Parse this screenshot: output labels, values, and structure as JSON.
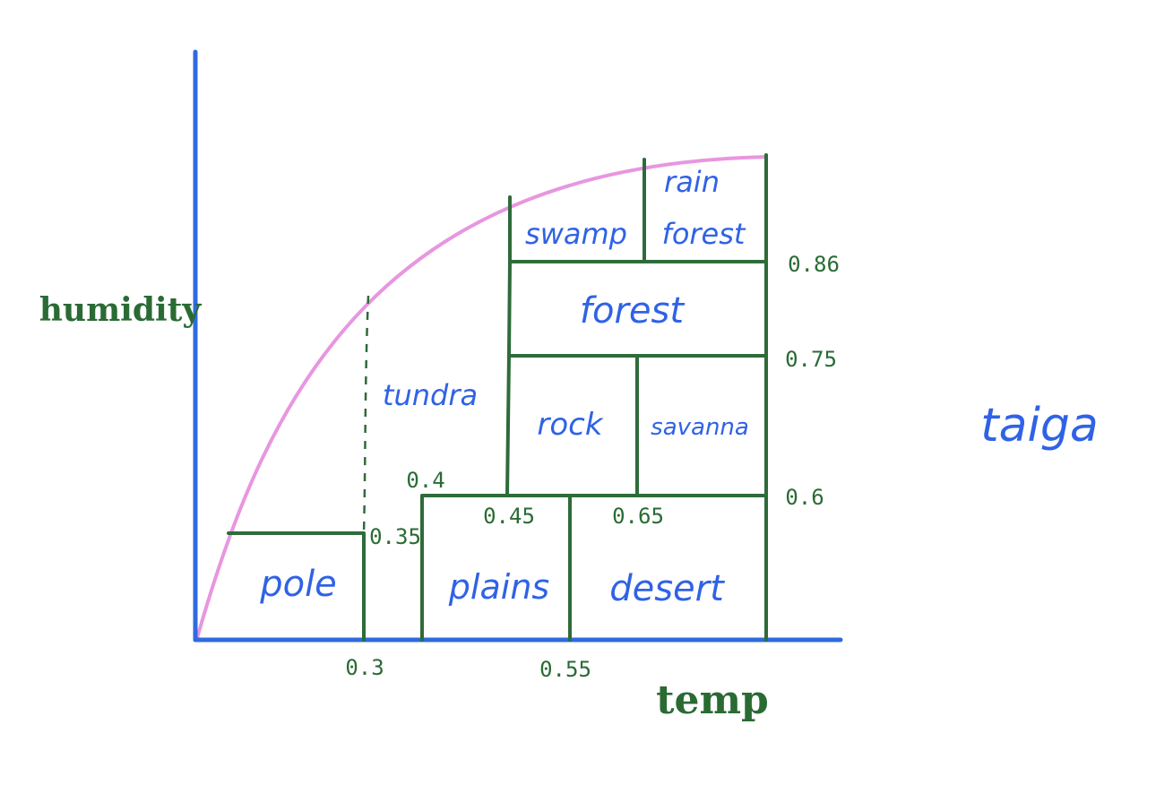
{
  "colors": {
    "axis": "#2f6ae0",
    "boundary": "#2e6b3a",
    "curve": "#e896e0",
    "biome_text": "#2f62e6",
    "tick_text": "#2a6b34"
  },
  "axes": {
    "x_label": "temp",
    "y_label": "humidity"
  },
  "biomes": {
    "pole": "pole",
    "tundra": "tundra",
    "plains": "plains",
    "desert": "desert",
    "rock": "rock",
    "savanna": "savanna",
    "forest": "forest",
    "swamp": "swamp",
    "rain_forest_line1": "rain",
    "rain_forest_line2": "forest",
    "taiga": "taiga"
  },
  "ticks": {
    "t_0_3": "0.3",
    "t_0_55": "0.55",
    "t_0_35": "0.35",
    "t_0_4": "0.4",
    "t_0_45": "0.45",
    "t_0_65": "0.65",
    "t_0_6": "0.6",
    "t_0_75": "0.75",
    "t_0_86": "0.86"
  }
}
